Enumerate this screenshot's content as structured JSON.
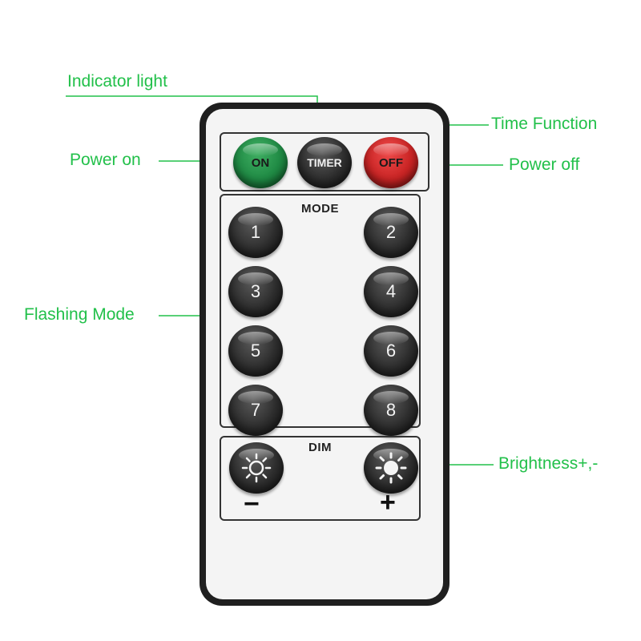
{
  "remote": {
    "panel_labels": {
      "mode": "MODE",
      "dim": "DIM"
    },
    "buttons": {
      "on": "ON",
      "timer": "TIMER",
      "off": "OFF",
      "modes": [
        "1",
        "2",
        "3",
        "4",
        "5",
        "6",
        "7",
        "8"
      ],
      "dim_minus": "−",
      "dim_plus": "+"
    },
    "icons": {
      "dim_minus": "sun-outline-icon",
      "dim_plus": "sun-filled-icon"
    }
  },
  "callouts": {
    "indicator_light": "Indicator light",
    "time_function": "Time Function",
    "power_on": "Power on",
    "power_off": "Power off",
    "flashing_mode": "Flashing Mode",
    "brightness": "Brightness+,-"
  },
  "colors": {
    "callout_green": "#22c04a",
    "on_button": "#1f8a44",
    "off_button": "#c92424",
    "body_dark": "#1f1f1f"
  }
}
